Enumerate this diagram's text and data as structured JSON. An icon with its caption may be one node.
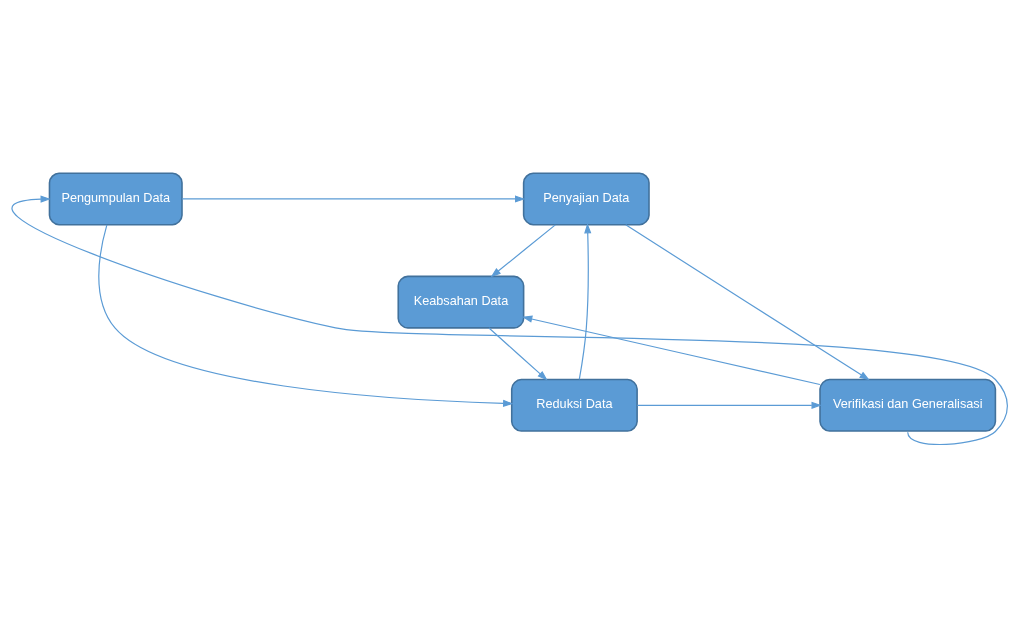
{
  "diagram": {
    "nodes": [
      {
        "text": [
          "Pengumpulan Data"
        ]
      },
      {
        "text": [
          "Penyajian Data"
        ]
      },
      {
        "text": [
          "Keabsahan Data"
        ]
      },
      {
        "text": [
          "Reduksi Data"
        ]
      },
      {
        "text": [
          "Verifikasi dan Generalisasi"
        ]
      }
    ],
    "edges": [
      {
        "from": 0,
        "to": 1,
        "arrow": "to"
      },
      {
        "from": 0,
        "to": 3,
        "arrow": "to"
      },
      {
        "from": 3,
        "to": 1,
        "arrow": "to"
      },
      {
        "from": 1,
        "to": 2,
        "arrow": "to"
      },
      {
        "from": 1,
        "to": 4,
        "arrow": "to"
      },
      {
        "from": 2,
        "to": 3,
        "arrow": "to"
      },
      {
        "from": 4,
        "to": 2,
        "arrow": "to"
      },
      {
        "from": 3,
        "to": 4,
        "arrow": "to"
      },
      {
        "from": 4,
        "to": 0,
        "arrow": "to"
      }
    ]
  }
}
